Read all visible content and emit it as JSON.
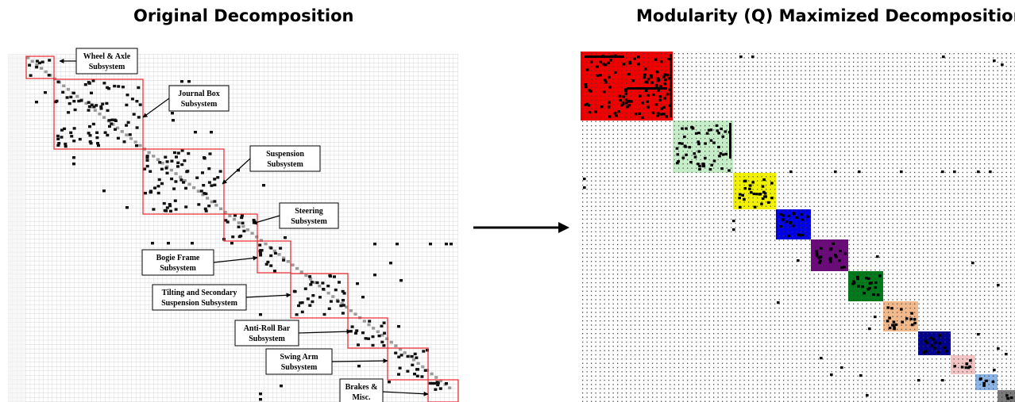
{
  "headings": {
    "left": "Original Decomposition",
    "right": "Modularity (Q) Maximized Decomposition"
  },
  "left_matrix": {
    "subsystems": [
      {
        "lines": [
          "Wheel & Axle",
          "Subsystem"
        ]
      },
      {
        "lines": [
          "Journal Box",
          "Subsystem"
        ]
      },
      {
        "lines": [
          "Suspension",
          "Subsystem"
        ]
      },
      {
        "lines": [
          "Steering",
          "Subsystem"
        ]
      },
      {
        "lines": [
          "Bogie Frame",
          "Subsystem"
        ]
      },
      {
        "lines": [
          "Tilting and Secondary",
          "Suspension Subsystem"
        ]
      },
      {
        "lines": [
          "Anti-Roll Bar",
          "Subsystem"
        ]
      },
      {
        "lines": [
          "Swing Arm",
          "Subsystem"
        ]
      },
      {
        "lines": [
          "Brakes &",
          "Misc."
        ]
      }
    ],
    "colors": {
      "box": "#e8252b",
      "grid": "#c4c4c4",
      "mark": "#111111"
    }
  },
  "right_matrix": {
    "module_colors": [
      "#f00000",
      "#c6eec8",
      "#f2f200",
      "#0000e6",
      "#6c0a7c",
      "#007a1a",
      "#f2b98c",
      "#00008c",
      "#f2c4c4",
      "#8cb4e6",
      "#7a7a7a"
    ]
  },
  "arrow_icon": "right-arrow"
}
